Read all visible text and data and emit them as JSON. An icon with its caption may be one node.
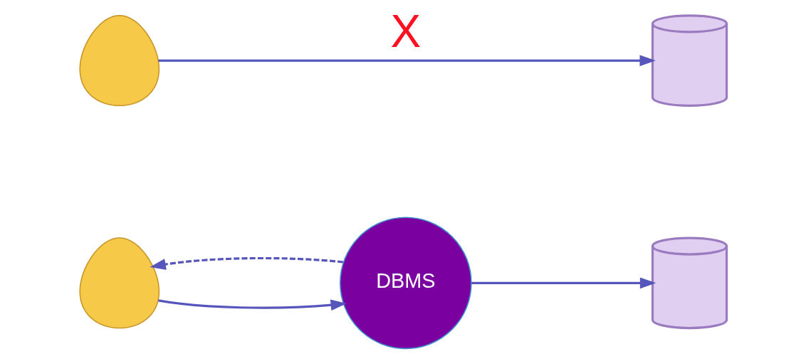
{
  "diagram": {
    "nodes": [
      {
        "text": [],
        "shape": "person"
      },
      {
        "text": [],
        "shape": "cylinder"
      },
      {
        "text": [],
        "shape": "person"
      },
      {
        "text": [
          "DBMS"
        ]
      },
      {
        "text": [],
        "shape": "cylinder"
      }
    ],
    "edges": [
      {
        "from": 0,
        "to": 1,
        "arrow": "to",
        "label": "X"
      },
      {
        "from": 2,
        "to": 3,
        "arrow": "to"
      },
      {
        "from": 3,
        "to": 2,
        "arrow": "to",
        "style": "dashed"
      },
      {
        "from": 3,
        "to": 4,
        "arrow": "to"
      }
    ]
  }
}
